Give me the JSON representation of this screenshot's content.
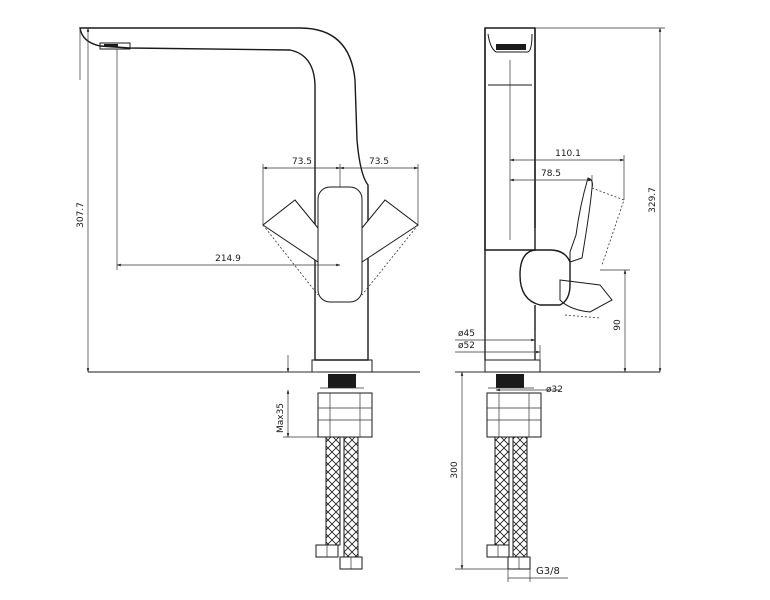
{
  "front_view": {
    "dim_spread_left": "73.5",
    "dim_spread_right": "73.5",
    "dim_reach": "214.9",
    "dim_height": "307.7",
    "dim_max_deck": "Max35"
  },
  "side_view": {
    "dim_handle_reach": "110.1",
    "dim_body_reach": "78.5",
    "dim_total_height": "329.7",
    "dim_handle_height": "90",
    "dim_base_inner": "ø45",
    "dim_base_outer": "ø52",
    "dim_shank": "ø32",
    "dim_hose_length": "300",
    "dim_thread": "G3/8"
  }
}
